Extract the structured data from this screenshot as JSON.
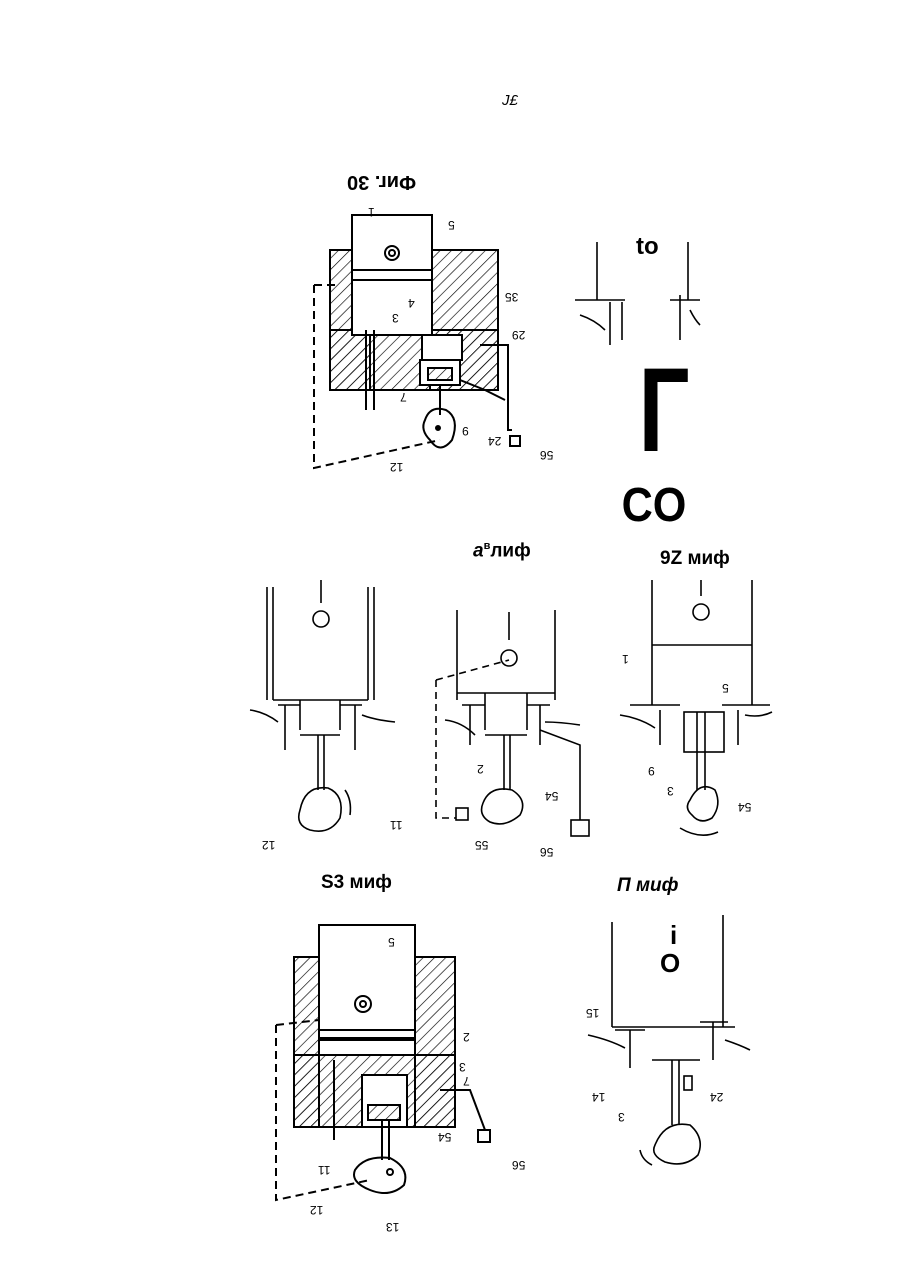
{
  "page": {
    "header_mark": "J£"
  },
  "figures": {
    "fig30": {
      "caption": "Фиг. 30",
      "labels": [
        "1",
        "5",
        "35",
        "4",
        "3",
        "29",
        "7",
        "9",
        "24",
        "56",
        "12"
      ]
    },
    "fig_top_right": {
      "mark_top": "to",
      "mark_big": "Г",
      "mark_co": "CO"
    },
    "fig_mid_center": {
      "caption_prefix": "a",
      "caption_super": "в",
      "caption_main": "лиф",
      "labels": [
        "2",
        "54",
        "11",
        "55",
        "56"
      ]
    },
    "fig_mid_right": {
      "caption": "9Z миф",
      "labels": [
        "1",
        "5",
        "9",
        "3",
        "54"
      ]
    },
    "fig_mid_left": {
      "labels": [
        "12"
      ]
    },
    "fig_bottom_left": {
      "caption": "S3 миф",
      "labels": [
        "5",
        "2",
        "3",
        "7",
        "54",
        "56",
        "11",
        "12",
        "13"
      ]
    },
    "fig_bottom_right": {
      "caption": "П миф",
      "mark": "iO",
      "labels": [
        "15",
        "14",
        "3",
        "24"
      ]
    }
  }
}
